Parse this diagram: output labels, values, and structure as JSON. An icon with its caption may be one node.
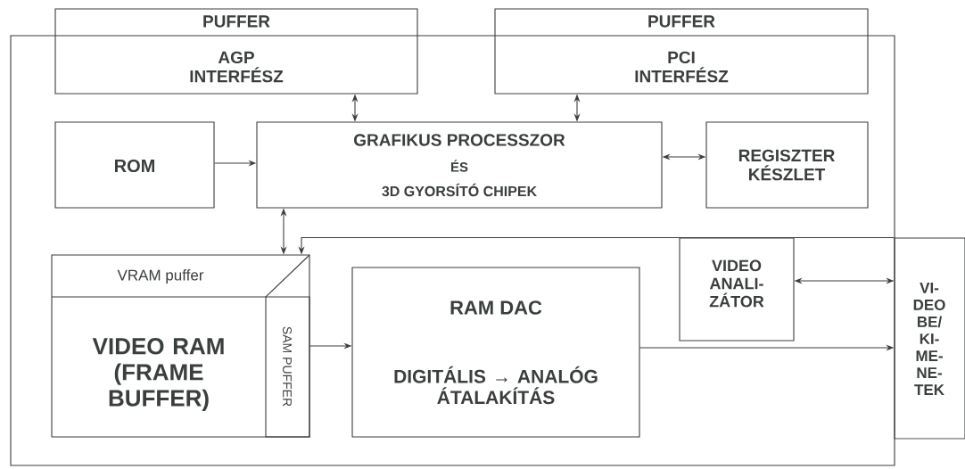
{
  "diagram": {
    "nodes": [
      {
        "text": [],
        "shape": "box"
      },
      {
        "text": [
          "PUFFER",
          "AGP INTERFÉSZ"
        ]
      },
      {
        "text": [
          "PUFFER",
          "PCI INTERFÉSZ"
        ]
      },
      {
        "text": [
          "ROM"
        ],
        "in": 0
      },
      {
        "text": [
          "GRAFIKUS PROCESSZOR",
          "ÉS",
          "3D GYORSÍTÓ CHIPEK"
        ],
        "in": 0
      },
      {
        "text": [
          "REGISZTER KÉSZLET"
        ],
        "in": 0
      },
      {
        "text": [
          "VRAM puffer",
          "VIDEO RAM (FRAME BUFFER)"
        ],
        "in": 0
      },
      {
        "text": [
          "SAM PUFFER"
        ],
        "in": 6
      },
      {
        "text": [
          "RAM DAC",
          "DIGITÁLIS → ANALÓG ÁTALAKÍTÁS"
        ],
        "in": 0
      },
      {
        "text": [
          "VIDEO ANALI- ZÁTOR"
        ],
        "in": 0
      },
      {
        "text": [
          "VI- DEO BE/ KI- ME- NE- TEK"
        ]
      }
    ],
    "edges": [
      {
        "from": 1,
        "to": 4,
        "arrow": "both"
      },
      {
        "from": 2,
        "to": 4,
        "arrow": "both"
      },
      {
        "from": 3,
        "to": 4,
        "arrow": "to"
      },
      {
        "from": 4,
        "to": 5,
        "arrow": "both"
      },
      {
        "from": 4,
        "to": 6,
        "arrow": "both"
      },
      {
        "from": 10,
        "to": 6,
        "arrow": "to"
      },
      {
        "from": 7,
        "to": 8,
        "arrow": "to"
      },
      {
        "from": 9,
        "to": 10,
        "arrow": "both"
      },
      {
        "from": 8,
        "to": 10,
        "arrow": "to"
      }
    ]
  }
}
